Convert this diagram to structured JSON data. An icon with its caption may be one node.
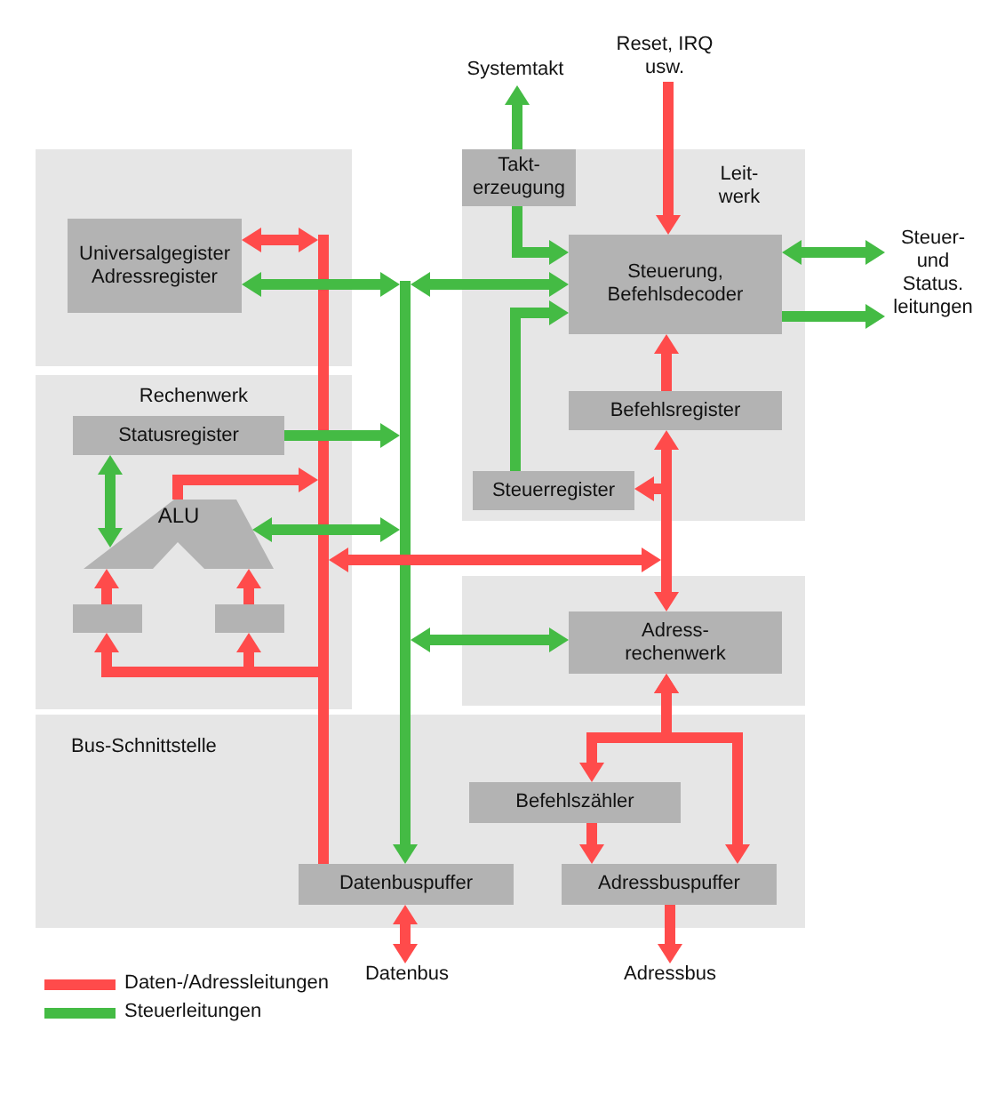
{
  "diagram": {
    "nodes": [
      {
        "text": [
          "Systemtakt"
        ]
      },
      {
        "text": [
          "Reset, IRQ usw."
        ]
      },
      {
        "text": [],
        "shape": "box"
      },
      {
        "text": [
          "Universalgegister Adressregister"
        ],
        "in": 2
      },
      {
        "text": [
          "Rechenwerk"
        ]
      },
      {
        "text": [
          "Statusregister"
        ],
        "in": 4
      },
      {
        "text": [
          "ALU"
        ],
        "in": 4
      },
      {
        "text": [],
        "shape": "box",
        "in": 4
      },
      {
        "text": [],
        "shape": "box",
        "in": 4
      },
      {
        "text": [
          "Leit- werk"
        ]
      },
      {
        "text": [
          "Takt- erzeugung"
        ],
        "in": 9
      },
      {
        "text": [
          "Steuerung, Befehlsdecoder"
        ],
        "in": 9
      },
      {
        "text": [
          "Befehlsregister"
        ],
        "in": 9
      },
      {
        "text": [
          "Steuerregister"
        ],
        "in": 9
      },
      {
        "text": [
          "Steuer- und Status. leitungen"
        ]
      },
      {
        "text": [],
        "shape": "box"
      },
      {
        "text": [
          "Adress- rechenwerk"
        ],
        "in": 15
      },
      {
        "text": [
          "Bus-Schnittstelle"
        ]
      },
      {
        "text": [
          "Befehlszähler"
        ],
        "in": 17
      },
      {
        "text": [
          "Datenbuspuffer"
        ],
        "in": 17
      },
      {
        "text": [
          "Adressbuspuffer"
        ],
        "in": 17
      },
      {
        "text": [
          "Datenbus"
        ]
      },
      {
        "text": [
          "Adressbus"
        ]
      },
      {
        "text": [],
        "shape": "bar"
      },
      {
        "text": [],
        "shape": "bar"
      },
      {
        "text": [],
        "shape": "bar"
      }
    ],
    "edges": [
      {
        "from": 10,
        "to": 0,
        "arrow": "to",
        "color": "#44bb44"
      },
      {
        "from": 1,
        "to": 11,
        "arrow": "to"
      },
      {
        "from": 10,
        "to": 11,
        "arrow": "to",
        "color": "#44bb44"
      },
      {
        "from": 11,
        "to": 14,
        "arrow": "both",
        "color": "#44bb44"
      },
      {
        "from": 11,
        "to": 14,
        "arrow": "to",
        "color": "#44bb44"
      },
      {
        "from": 24,
        "to": 11,
        "arrow": "both",
        "color": "#44bb44"
      },
      {
        "from": 13,
        "to": 11,
        "arrow": "to",
        "color": "#44bb44"
      },
      {
        "from": 12,
        "to": 11,
        "arrow": "to"
      },
      {
        "from": 25,
        "to": 12,
        "arrow": "to"
      },
      {
        "from": 25,
        "to": 13,
        "arrow": "to"
      },
      {
        "from": 25,
        "to": 16,
        "arrow": "to"
      },
      {
        "from": 23,
        "to": 25,
        "arrow": "both"
      },
      {
        "from": 3,
        "to": 23,
        "arrow": "both"
      },
      {
        "from": 3,
        "to": 24,
        "arrow": "both",
        "color": "#44bb44"
      },
      {
        "from": 5,
        "to": 24,
        "arrow": "to",
        "color": "#44bb44"
      },
      {
        "from": 6,
        "to": 23,
        "arrow": "to"
      },
      {
        "from": 6,
        "to": 24,
        "arrow": "both",
        "color": "#44bb44"
      },
      {
        "from": 5,
        "to": 6,
        "arrow": "both",
        "color": "#44bb44"
      },
      {
        "from": 7,
        "to": 6,
        "arrow": "to"
      },
      {
        "from": 8,
        "to": 6,
        "arrow": "to"
      },
      {
        "from": 23,
        "to": 7,
        "arrow": "to"
      },
      {
        "from": 23,
        "to": 8,
        "arrow": "to"
      },
      {
        "from": 23,
        "to": 19,
        "arrow": "none"
      },
      {
        "from": 24,
        "to": 19,
        "arrow": "to",
        "color": "#44bb44"
      },
      {
        "from": 24,
        "to": 16,
        "arrow": "both",
        "color": "#44bb44"
      },
      {
        "from": 16,
        "to": 18,
        "arrow": "both"
      },
      {
        "from": 16,
        "to": 20,
        "arrow": "both"
      },
      {
        "from": 18,
        "to": 20,
        "arrow": "to"
      },
      {
        "from": 19,
        "to": 21,
        "arrow": "both"
      },
      {
        "from": 20,
        "to": 22,
        "arrow": "to"
      }
    ],
    "legend": [
      {
        "text": "Daten-/Adressleitungen",
        "color": "#ff4b4b"
      },
      {
        "text": "Steuerleitungen",
        "color": "#44bb44"
      }
    ]
  }
}
